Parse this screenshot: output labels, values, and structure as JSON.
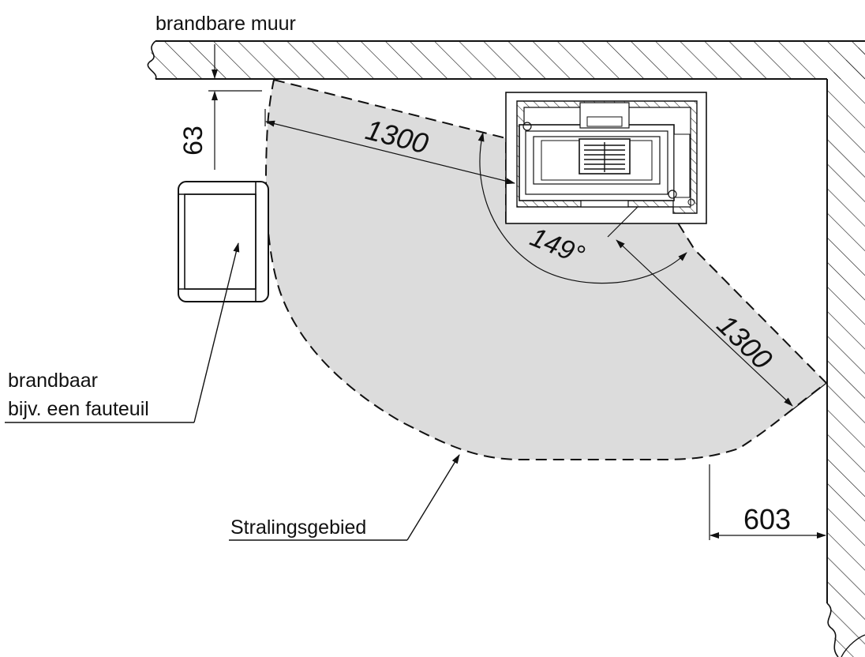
{
  "labels": {
    "wall": "brandbare muur",
    "chair_line1": "brandbaar",
    "chair_line2": "bijv. een fauteuil",
    "area": "Stralingsgebied"
  },
  "dimensions": {
    "wall_clearance": "63",
    "radius_left": "1300",
    "radius_right": "1300",
    "angle": "149°",
    "corner_gap": "603"
  },
  "colors": {
    "line": "#111111",
    "area_fill": "#dcdcdc",
    "background": "#ffffff"
  }
}
